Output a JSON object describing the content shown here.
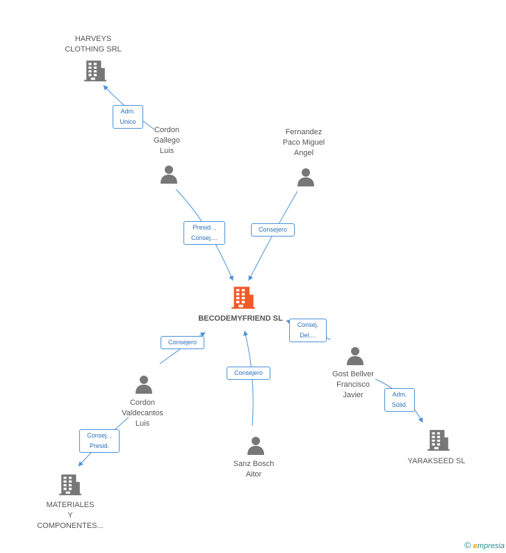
{
  "nodes": {
    "harveys": {
      "label": "HARVEYS\nCLOTHING SRL",
      "type": "company"
    },
    "cordon_gallego": {
      "label": "Cordon\nGallego\nLuis",
      "type": "person"
    },
    "fernandez": {
      "label": "Fernandez\nPaco Miguel\nAngel",
      "type": "person"
    },
    "becodemyfriend": {
      "label": "BECODEMYFRIEND SL",
      "type": "company-main"
    },
    "cordon_valdecantos": {
      "label": "Cordon\nValdecantos\nLuis",
      "type": "person"
    },
    "sanz_bosch": {
      "label": "Sanz Bosch\nAitor",
      "type": "person"
    },
    "gost_bellver": {
      "label": "Gost Bellver\nFrancisco\nJavier",
      "type": "person"
    },
    "materiales": {
      "label": "MATERIALES\nY\nCOMPONENTES...",
      "type": "company"
    },
    "yarakseed": {
      "label": "YARAKSEED SL",
      "type": "company"
    }
  },
  "edges": {
    "adm_unico": "Adm.\nUnico",
    "presid_consej": "Presid. ,\nConsej....",
    "consejero_fernandez": "Consejero",
    "consejero_valdecantos": "Consejero",
    "consejero_sanz": "Consejero",
    "consej_del": "Consej.\nDel....",
    "adm_solid": "Adm.\nSolid.",
    "consej_presid": "Consej. ,\nPresid."
  },
  "colors": {
    "edge": "#4a90d9",
    "node": "#777777",
    "main_node": "#f05a28"
  },
  "footer": {
    "copyright": "©",
    "brand_e": "e",
    "brand_rest": "mpresia"
  }
}
